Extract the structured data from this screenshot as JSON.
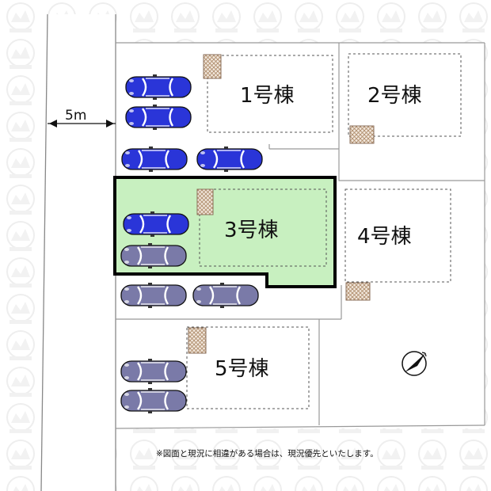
{
  "road": {
    "width_label": "5m"
  },
  "lots": [
    {
      "id": "1",
      "label": "1号棟",
      "highlighted": false
    },
    {
      "id": "2",
      "label": "2号棟",
      "highlighted": false
    },
    {
      "id": "3",
      "label": "3号棟",
      "highlighted": true
    },
    {
      "id": "4",
      "label": "4号棟",
      "highlighted": false
    },
    {
      "id": "5",
      "label": "5号棟",
      "highlighted": false
    }
  ],
  "disclaimer": "※図面と現況に相違がある場合は、現況優先といたします。",
  "colors": {
    "highlight_fill": "#c8f0c0",
    "highlight_border": "#000000",
    "lot_line": "#999999",
    "car_blue": "#2a35d8",
    "car_gray": "#7a7aa8",
    "parking_hatch": "#c9a98c",
    "watermark": "#eeeeee"
  },
  "icons": {
    "compass": "north-arrow-icon",
    "parking": "car-icon"
  }
}
